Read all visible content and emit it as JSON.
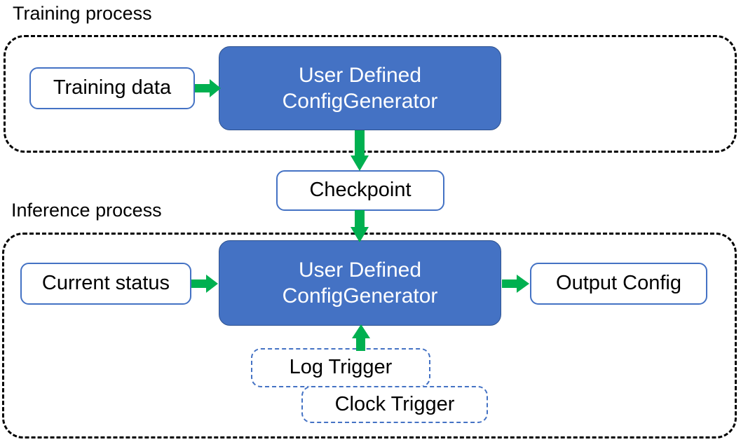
{
  "diagram": {
    "title_training": "Training process",
    "title_inference": "Inference process",
    "colors": {
      "accent_blue": "#4472C4",
      "accent_blue_dark": "#2F528F",
      "arrow_green": "#00B050",
      "container_border": "#000000",
      "background": "#FFFFFF",
      "text_dark": "#000000",
      "text_light": "#FFFFFF"
    }
  },
  "training_process": {
    "caption": "Training process",
    "nodes": {
      "training_data": "Training data",
      "generator_line1": "User Defined",
      "generator_line2": "ConfigGenerator"
    }
  },
  "checkpoint": {
    "label": "Checkpoint"
  },
  "inference_process": {
    "caption": "Inference process",
    "nodes": {
      "current_status": "Current status",
      "generator_line1": "User Defined",
      "generator_line2": "ConfigGenerator",
      "output_config": "Output Config",
      "log_trigger": "Log Trigger",
      "clock_trigger": "Clock Trigger"
    }
  },
  "edges": [
    {
      "from": "Training data",
      "to": "User Defined ConfigGenerator",
      "direction": "right"
    },
    {
      "from": "User Defined ConfigGenerator",
      "to": "Checkpoint",
      "direction": "down"
    },
    {
      "from": "Checkpoint",
      "to": "User Defined ConfigGenerator",
      "direction": "down"
    },
    {
      "from": "Current status",
      "to": "User Defined ConfigGenerator",
      "direction": "right"
    },
    {
      "from": "User Defined ConfigGenerator",
      "to": "Output Config",
      "direction": "right"
    },
    {
      "from": "Log Trigger",
      "to": "User Defined ConfigGenerator",
      "direction": "up"
    }
  ]
}
